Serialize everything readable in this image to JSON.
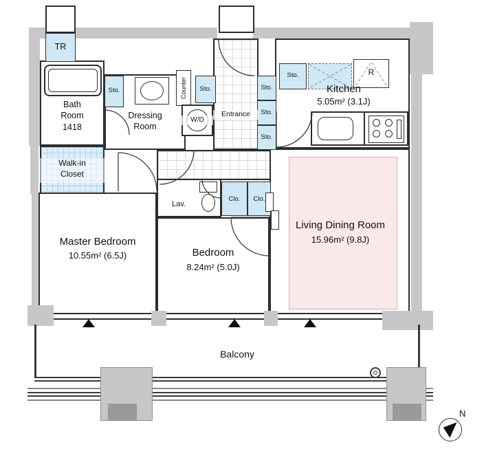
{
  "rooms": {
    "tr": "TR",
    "bath_line1": "Bath",
    "bath_line2": "Room",
    "bath_line3": "1418",
    "dressing_line1": "Dressing",
    "dressing_line2": "Room",
    "walkin_line1": "Walk-in",
    "walkin_line2": "Closet",
    "master_name": "Master Bedroom",
    "master_area": "10.55m² (6.5J)",
    "bedroom_name": "Bedroom",
    "bedroom_area": "8.24m² (5.0J)",
    "living_name": "Living Dining Room",
    "living_area": "15.96m² (9.8J)",
    "kitchen_name": "Kitchen",
    "kitchen_area": "5.05m² (3.1J)",
    "entrance": "Entrance",
    "lav": "Lav.",
    "balcony": "Balcony"
  },
  "fixtures": {
    "washer_dryer": "W/D",
    "counter": "Counter",
    "range": "R"
  },
  "labels": {
    "storage": "Sto.",
    "closet": "Clo.",
    "north": "N"
  },
  "colors": {
    "wall_gray": "#c7c7c7",
    "water_blue": "#cfe8f5",
    "living_pink": "#fbe9e9"
  }
}
